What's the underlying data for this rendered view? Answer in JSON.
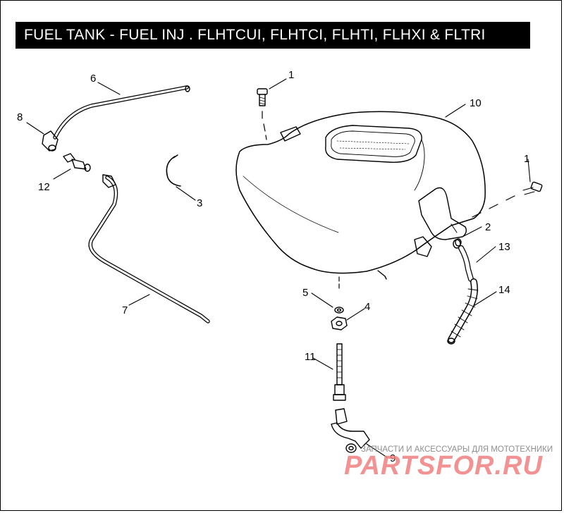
{
  "title": "FUEL TANK - FUEL INJ . FLHTCUI, FLHTCI, FLHTI, FLHXI & FLTRI",
  "callouts": {
    "c1a": "1",
    "c1b": "1",
    "c2": "2",
    "c3": "3",
    "c4": "4",
    "c5": "5",
    "c6": "6",
    "c7": "7",
    "c8": "8",
    "c9": "9",
    "c10": "10",
    "c11": "11",
    "c12": "12",
    "c13": "13",
    "c14": "14"
  },
  "watermark": {
    "tagline": "ЗАПЧАСТИ И АКСЕССУАРЫ ДЛЯ МОТОТЕХНИКИ",
    "logo": "PARTSFOR.RU"
  },
  "colors": {
    "line": "#000000",
    "title_bg": "#000000",
    "title_text": "#ffffff",
    "watermark_logo": "#f08080"
  }
}
